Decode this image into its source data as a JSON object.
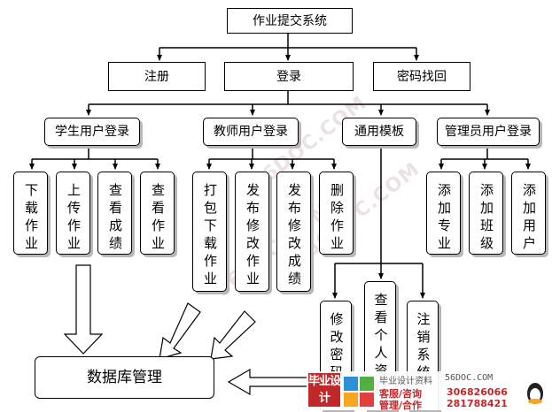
{
  "diagram": {
    "root": "作业提交系统",
    "level1": {
      "register": "注册",
      "login": "登录",
      "recover": "密码找回"
    },
    "level2": {
      "student": "学生用户登录",
      "teacher": "教师用户登录",
      "common": "通用模板",
      "admin": "管理员用户登录"
    },
    "student_actions": [
      "下载作业",
      "上传作业",
      "查看成绩",
      "查看作业"
    ],
    "teacher_actions": [
      "打包下载作业",
      "发布修改作业",
      "发布修改成绩",
      "删除作业"
    ],
    "common_actions": [
      "修改密码",
      "查看个人资料",
      "注销系统"
    ],
    "admin_actions": [
      "添加专业",
      "添加班级",
      "添加用户"
    ],
    "database": "数据库管理"
  },
  "watermark": {
    "site": "56DOC.COM",
    "tagline": "毕业设计资料",
    "domain": "56DOC.COM",
    "service_label_1": "客服/咨询",
    "qq_1": "306826066",
    "service_label_2": "管理/合作",
    "qq_2": "281788421",
    "badge_text": "毕业设计"
  },
  "colors": {
    "line": "#000000",
    "shadow": "#b7b7b7",
    "badge_red": "#c0282a",
    "watermark": "#e0cccc"
  }
}
